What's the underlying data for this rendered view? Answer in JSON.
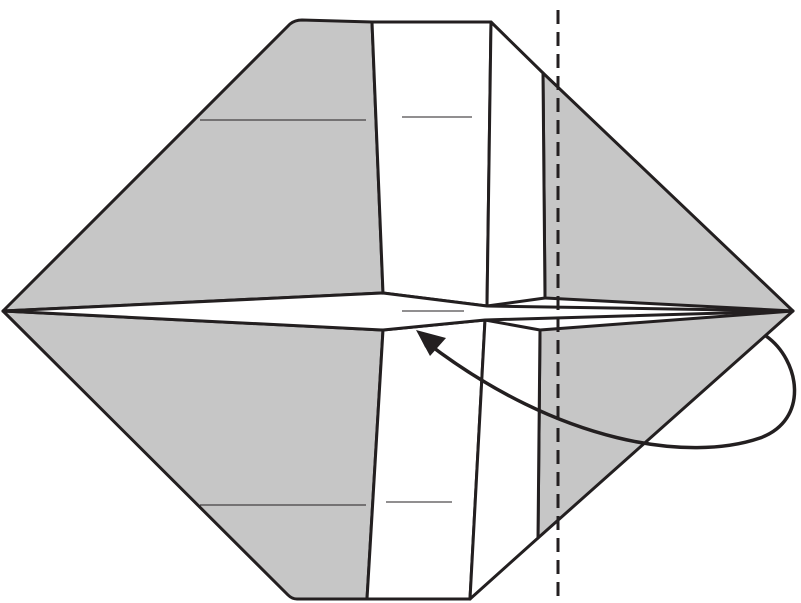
{
  "diagram": {
    "colors": {
      "paper_colored": "#c6c6c6",
      "paper_white": "#ffffff",
      "stroke": "#231f20"
    },
    "elements": [
      "diamond-base",
      "center-strip",
      "right-flaps",
      "fold-line-dashed",
      "curved-arrow"
    ]
  }
}
